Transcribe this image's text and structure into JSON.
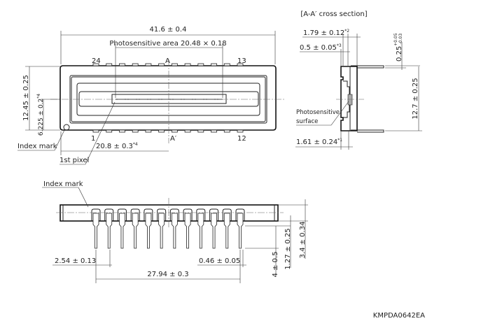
{
  "cross_section_title": "[A-A′ cross section]",
  "top_view": {
    "overall_length": "41.6 ± 0.4",
    "photosensitive_area": "Photosensitive area  20.48 × 0.18",
    "pin_24": "24",
    "pin_13": "13",
    "pin_1": "1",
    "pin_12": "12",
    "section_a": "A",
    "section_a_prime": "A′",
    "height": "12.45 ± 0.25",
    "half_height": "6.225 ± 0.2",
    "half_height_note": "*4",
    "center_offset": "20.8 ± 0.3",
    "center_offset_note": "*4",
    "index_mark": "Index mark",
    "first_pixel": "1st pixel"
  },
  "cross_section": {
    "dim_1_79": "1.79 ± 0.12",
    "dim_1_79_note": "*2",
    "dim_0_5": "0.5 ± 0.05",
    "dim_0_5_note": "*3",
    "dim_0_25": "0.25",
    "dim_0_25_tol_plus": "+0.05",
    "dim_0_25_tol_minus": "-0.03",
    "dim_12_7": "12.7 ± 0.25",
    "photosensitive_surface_line1": "Photosensitive",
    "photosensitive_surface_line2": "surface",
    "dim_1_61": "1.61 ± 0.24",
    "dim_1_61_note": "*1"
  },
  "side_view": {
    "index_mark": "Index mark",
    "pitch": "2.54 ± 0.13",
    "lead_width": "0.46 ± 0.05",
    "lead_span": "27.94 ± 0.3",
    "lead_length": "4 ± 0.5",
    "standoff": "1.27 ± 0.25",
    "thickness": "3.4 ± 0.34"
  },
  "drawing_number": "KMPDA0642EA"
}
